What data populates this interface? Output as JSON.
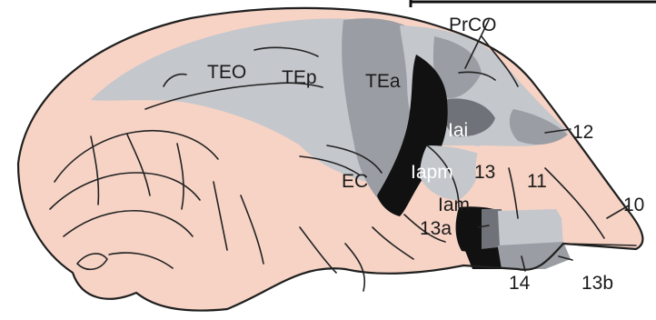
{
  "colors": {
    "background": "#ffffff",
    "cortex_pink": "#f6d3c5",
    "light_gray": "#c4c7cc",
    "mid_gray": "#9a9da3",
    "dark_gray": "#6f7278",
    "black": "#111111",
    "outline": "#1f1f1f"
  },
  "labels": {
    "prco": "PrCO",
    "teo": "TEO",
    "tep": "TEp",
    "tea": "TEa",
    "iai": "Iai",
    "area12": "12",
    "ec": "EC",
    "iapm": "Iapm",
    "area13": "13",
    "area11": "11",
    "area10": "10",
    "iam": "Iam",
    "area13a": "13a",
    "area14": "14",
    "area13b": "13b"
  }
}
